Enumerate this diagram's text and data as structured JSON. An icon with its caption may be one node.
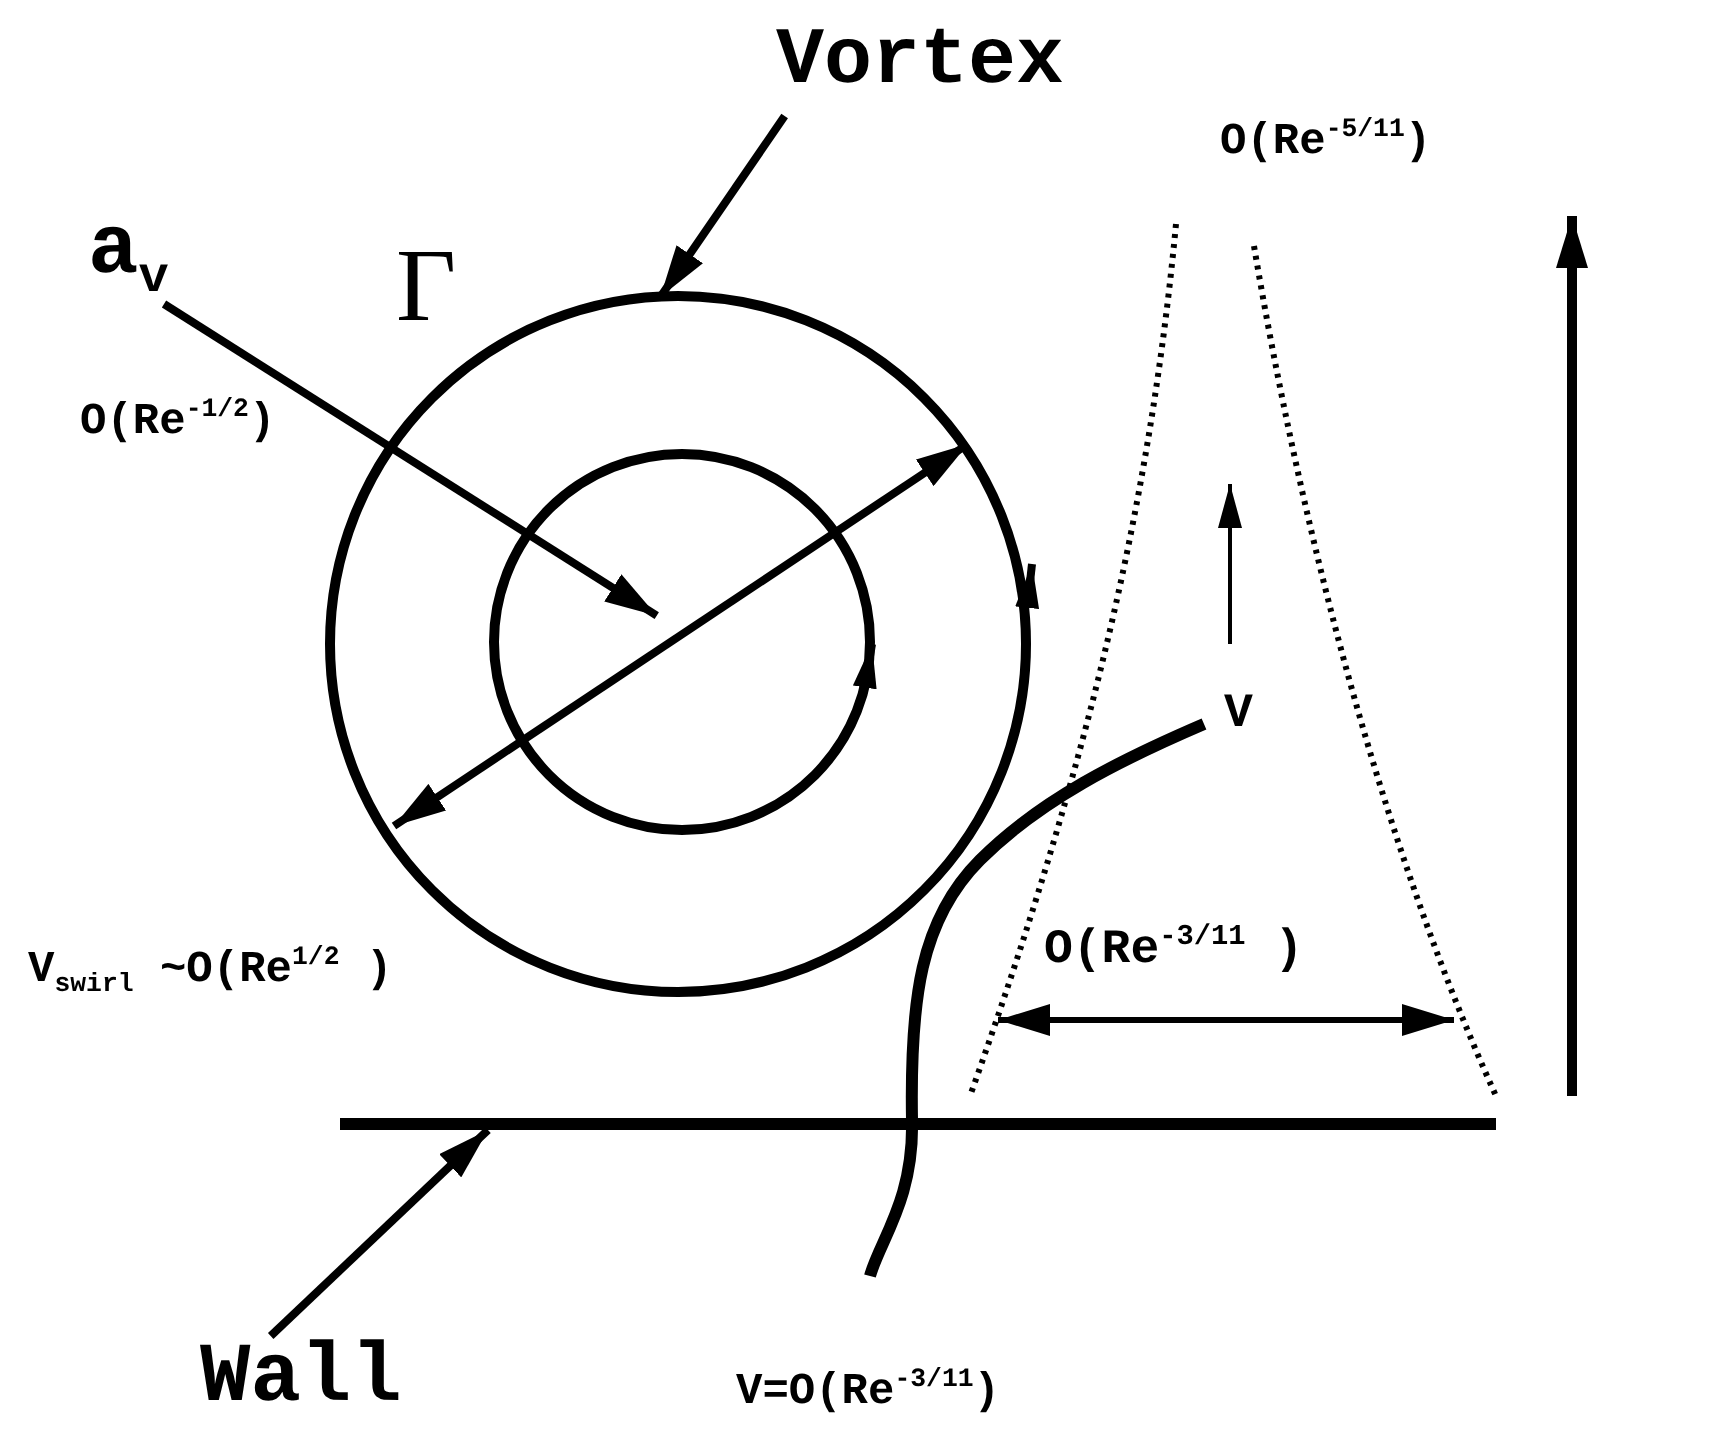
{
  "diagram": {
    "nodes": [
      {
        "text": [
          "Vortex"
        ]
      },
      {
        "text": [],
        "shape": "circle"
      },
      {
        "text": [
          "a$_{v}$"
        ]
      },
      {
        "text": [],
        "shape": "bar"
      },
      {
        "text": [
          "Wall"
        ]
      }
    ],
    "edges": [
      {
        "from": 0,
        "to": 1,
        "arrow": "to"
      },
      {
        "from": 2,
        "to": 1,
        "arrow": "to"
      },
      {
        "from": 4,
        "to": 3,
        "arrow": "to"
      }
    ],
    "labels": [
      "Γ",
      "O(Re$^{-5/11}$)",
      "O(Re$^{-1/2}$)",
      "V",
      "V$_{swirl}$ ~O(Re$^{1/2}$ )",
      "O(Re$^{-3/11}$ )",
      "V=O(Re$^{-3/11}$)"
    ]
  }
}
